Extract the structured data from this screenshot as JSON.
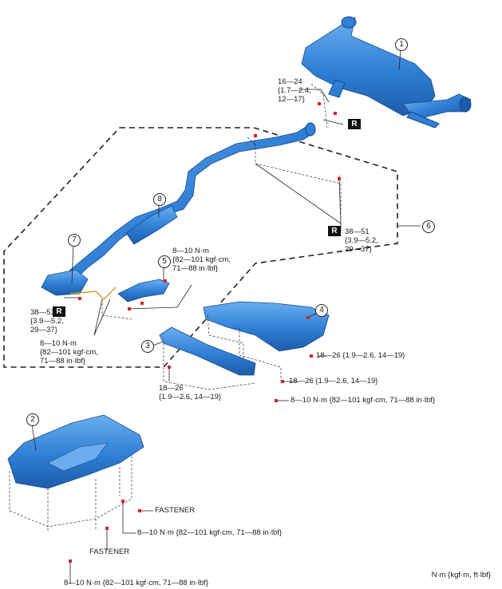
{
  "parts": {
    "p1": "1",
    "p2": "2",
    "p3": "3",
    "p4": "4",
    "p5": "5",
    "p6": "6",
    "p7": "7",
    "p8": "8"
  },
  "replace_mark": "R",
  "torques": {
    "t_muffler_flange": [
      "16—24",
      "{1.7—2.4,",
      "12—17}"
    ],
    "t_center_r": [
      "38—51",
      "{3.9—5.2,",
      "29—37}"
    ],
    "t_bracket": [
      "8—10 N·m",
      "{82—101 kgf·cm,",
      "71—88 in·lbf}"
    ],
    "t_front_r": [
      "38—51",
      "{3.9—5.2,",
      "29—37}"
    ],
    "t_front_bracket": [
      "8—10 N·m",
      "{82—101 kgf·cm,",
      "71—88 in·lbf}"
    ],
    "t_cover_a": "18—26 {1.9—2.6, 14—19}",
    "t_cover_b": "18—26 {1.9—2.6, 14—19}",
    "t_cover_c": [
      "18—26",
      "{1.9—2.6, 14—19}"
    ],
    "t_cover_d": "8—10 N·m {82—101 kgf·cm, 71—88 in·lbf}",
    "t_under_a": "8—10 N·m {82—101 kgf·cm, 71—88 in·lbf}",
    "t_under_b": "8—10 N·m {82—101 kgf·cm, 71—88 in·lbf}"
  },
  "fastener_1": "FASTENER",
  "fastener_2": "FASTENER",
  "unit_note": "N·m {kgf·m, ft·lbf}",
  "colors": {
    "part_blue": "#2f7fd6",
    "part_blue_dark": "#1d5cab",
    "part_blue_light": "#6aaef0",
    "marker_red": "#d8232a"
  }
}
